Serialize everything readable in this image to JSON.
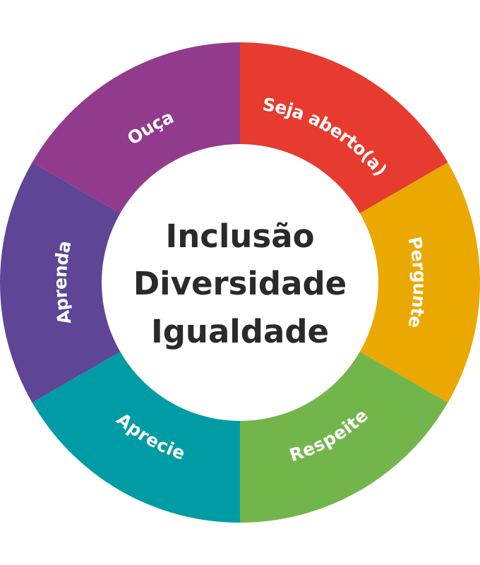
{
  "center": {
    "lines": [
      "Inclusão",
      "Diversidade",
      "Igualdade"
    ]
  },
  "segments": [
    {
      "label": "Seja aberto(a)",
      "color": "#E63B2E"
    },
    {
      "label": "Pergunte",
      "color": "#EAA800"
    },
    {
      "label": "Respeite",
      "color": "#72B64B"
    },
    {
      "label": "Aprecie",
      "color": "#009CA6"
    },
    {
      "label": "Aprenda",
      "color": "#5E4595"
    },
    {
      "label": "Ouça",
      "color": "#923B8C"
    }
  ]
}
